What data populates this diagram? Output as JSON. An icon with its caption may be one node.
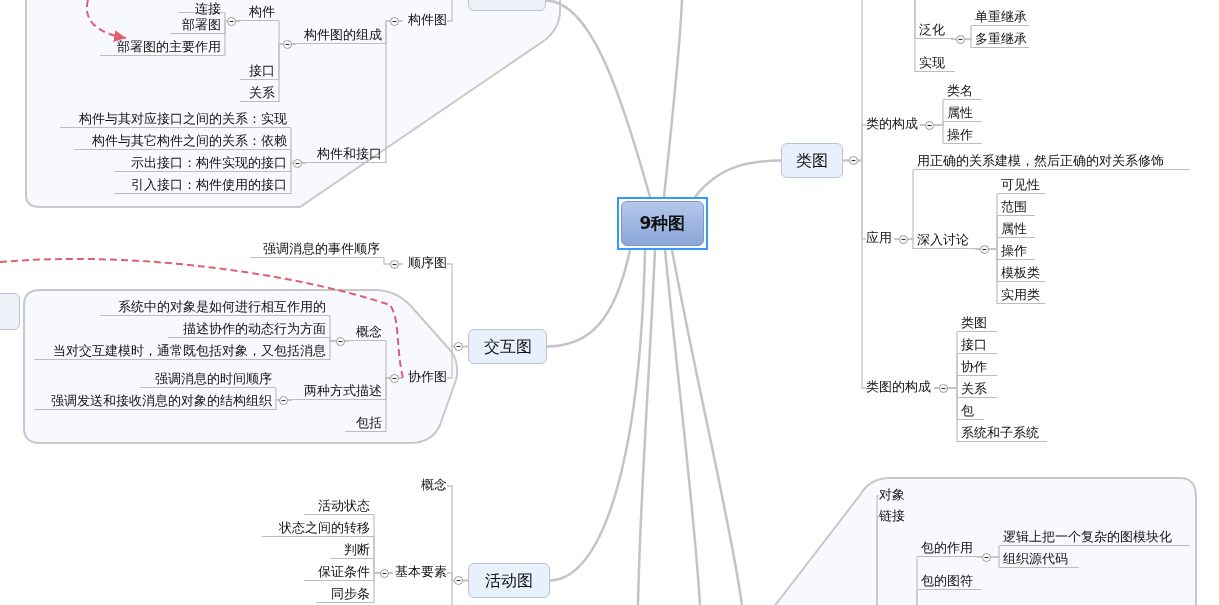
{
  "diagram": {
    "nodes": [
      {
        "text": [
          "9种图"
        ]
      },
      {
        "text": [],
        "shape": "box"
      },
      {
        "text": [
          "构件图"
        ]
      },
      {
        "text": [
          "构件图的组成"
        ]
      },
      {
        "text": [
          "构件和接口"
        ]
      },
      {
        "text": [
          "构件"
        ]
      },
      {
        "text": [
          "接口"
        ]
      },
      {
        "text": [
          "关系"
        ]
      },
      {
        "text": [
          "连接"
        ]
      },
      {
        "text": [
          "部署图"
        ]
      },
      {
        "text": [
          "部署图的主要作用"
        ]
      },
      {
        "text": [
          "构件与其对应接口之间的关系：实现"
        ]
      },
      {
        "text": [
          "构件与其它构件之间的关系：依赖"
        ]
      },
      {
        "text": [
          "示出接口：构件实现的接口"
        ]
      },
      {
        "text": [
          "引入接口：构件使用的接口"
        ]
      },
      {
        "text": [],
        "shape": "box"
      },
      {
        "text": [
          "交互图"
        ]
      },
      {
        "text": [
          "顺序图"
        ]
      },
      {
        "text": [
          "强调消息的事件顺序"
        ]
      },
      {
        "text": [
          "协作图"
        ]
      },
      {
        "text": [
          "概念"
        ]
      },
      {
        "text": [
          "两种方式描述"
        ]
      },
      {
        "text": [
          "包括"
        ]
      },
      {
        "text": [
          "系统中的对象是如何进行相互作用的"
        ]
      },
      {
        "text": [
          "描述协作的动态行为方面"
        ]
      },
      {
        "text": [
          "当对交互建模时，通常既包括对象，又包括消息"
        ]
      },
      {
        "text": [
          "强调消息的时间顺序"
        ]
      },
      {
        "text": [
          "强调发送和接收消息的对象的结构组织"
        ]
      },
      {
        "text": [
          "活动图"
        ]
      },
      {
        "text": [
          "概念"
        ]
      },
      {
        "text": [
          "基本要素"
        ]
      },
      {
        "text": [
          "活动状态"
        ]
      },
      {
        "text": [
          "状态之间的转移"
        ]
      },
      {
        "text": [
          "判断"
        ]
      },
      {
        "text": [
          "保证条件"
        ]
      },
      {
        "text": [
          "同步条"
        ]
      },
      {
        "text": [
          "类图"
        ]
      },
      {
        "text": [
          "泛化"
        ]
      },
      {
        "text": [
          "单重继承"
        ]
      },
      {
        "text": [
          "多重继承"
        ]
      },
      {
        "text": [
          "实现"
        ]
      },
      {
        "text": [
          "类的构成"
        ]
      },
      {
        "text": [
          "类名"
        ]
      },
      {
        "text": [
          "属性"
        ]
      },
      {
        "text": [
          "操作"
        ]
      },
      {
        "text": [
          "应用"
        ]
      },
      {
        "text": [
          "用正确的关系建模，然后正确的对关系修饰"
        ]
      },
      {
        "text": [
          "深入讨论"
        ]
      },
      {
        "text": [
          "可见性"
        ]
      },
      {
        "text": [
          "范围"
        ]
      },
      {
        "text": [
          "属性"
        ]
      },
      {
        "text": [
          "操作"
        ]
      },
      {
        "text": [
          "模板类"
        ]
      },
      {
        "text": [
          "实用类"
        ]
      },
      {
        "text": [
          "类图的构成"
        ]
      },
      {
        "text": [
          "类图"
        ]
      },
      {
        "text": [
          "接口"
        ]
      },
      {
        "text": [
          "协作"
        ]
      },
      {
        "text": [
          "关系"
        ]
      },
      {
        "text": [
          "包"
        ]
      },
      {
        "text": [
          "系统和子系统"
        ]
      },
      {
        "text": [
          "对象"
        ]
      },
      {
        "text": [
          "链接"
        ]
      },
      {
        "text": [
          "包的作用"
        ]
      },
      {
        "text": [
          "逻辑上把一个复杂的图模块化"
        ]
      },
      {
        "text": [
          "组织源代码"
        ]
      },
      {
        "text": [
          "包的图符"
        ]
      }
    ],
    "edges": [
      {
        "from": 0,
        "to": 16,
        "arrow": "none"
      },
      {
        "from": 0,
        "to": 28,
        "arrow": "none"
      },
      {
        "from": 0,
        "to": 36,
        "arrow": "none"
      },
      {
        "from": 0,
        "to": 1,
        "arrow": "none"
      },
      {
        "from": 0,
        "to": null,
        "arrow": "none"
      },
      {
        "from": 0,
        "to": null,
        "arrow": "none"
      },
      {
        "from": 0,
        "to": null,
        "arrow": "none"
      },
      {
        "from": 0,
        "to": null,
        "arrow": "none"
      },
      {
        "from": 2,
        "to": null,
        "arrow": "none"
      },
      {
        "from": 2,
        "to": 3,
        "arrow": "none"
      },
      {
        "from": 2,
        "to": 4,
        "arrow": "none"
      },
      {
        "from": 3,
        "to": 5,
        "arrow": "none"
      },
      {
        "from": 3,
        "to": 6,
        "arrow": "none"
      },
      {
        "from": 3,
        "to": 7,
        "arrow": "none"
      },
      {
        "from": 5,
        "to": 8,
        "arrow": "none"
      },
      {
        "from": 5,
        "to": 9,
        "arrow": "none"
      },
      {
        "from": 5,
        "to": 10,
        "arrow": "none"
      },
      {
        "from": 4,
        "to": 11,
        "arrow": "none"
      },
      {
        "from": 4,
        "to": 12,
        "arrow": "none"
      },
      {
        "from": 4,
        "to": 13,
        "arrow": "none"
      },
      {
        "from": 4,
        "to": 14,
        "arrow": "none"
      },
      {
        "from": 16,
        "to": 17,
        "arrow": "none"
      },
      {
        "from": 16,
        "to": 19,
        "arrow": "none"
      },
      {
        "from": 17,
        "to": 18,
        "arrow": "none"
      },
      {
        "from": 19,
        "to": 20,
        "arrow": "none"
      },
      {
        "from": 19,
        "to": 21,
        "arrow": "none"
      },
      {
        "from": 19,
        "to": 22,
        "arrow": "none"
      },
      {
        "from": 20,
        "to": 23,
        "arrow": "none"
      },
      {
        "from": 20,
        "to": 24,
        "arrow": "none"
      },
      {
        "from": 20,
        "to": 25,
        "arrow": "none"
      },
      {
        "from": 21,
        "to": 26,
        "arrow": "none"
      },
      {
        "from": 21,
        "to": 27,
        "arrow": "none"
      },
      {
        "from": 28,
        "to": 29,
        "arrow": "none"
      },
      {
        "from": 28,
        "to": 30,
        "arrow": "none"
      },
      {
        "from": 28,
        "to": null,
        "arrow": "none"
      },
      {
        "from": 30,
        "to": 31,
        "arrow": "none"
      },
      {
        "from": 30,
        "to": 32,
        "arrow": "none"
      },
      {
        "from": 30,
        "to": 33,
        "arrow": "none"
      },
      {
        "from": 30,
        "to": 34,
        "arrow": "none"
      },
      {
        "from": 30,
        "to": 35,
        "arrow": "none"
      },
      {
        "from": 36,
        "to": null,
        "arrow": "none"
      },
      {
        "from": 36,
        "to": 41,
        "arrow": "none"
      },
      {
        "from": 36,
        "to": 45,
        "arrow": "none"
      },
      {
        "from": 36,
        "to": 54,
        "arrow": "none"
      },
      {
        "from": null,
        "to": 37,
        "arrow": "none"
      },
      {
        "from": null,
        "to": 40,
        "arrow": "none"
      },
      {
        "from": 37,
        "to": 38,
        "arrow": "none"
      },
      {
        "from": 37,
        "to": 39,
        "arrow": "none"
      },
      {
        "from": 41,
        "to": 42,
        "arrow": "none"
      },
      {
        "from": 41,
        "to": 43,
        "arrow": "none"
      },
      {
        "from": 41,
        "to": 44,
        "arrow": "none"
      },
      {
        "from": 45,
        "to": 46,
        "arrow": "none"
      },
      {
        "from": 45,
        "to": 47,
        "arrow": "none"
      },
      {
        "from": 47,
        "to": 48,
        "arrow": "none"
      },
      {
        "from": 47,
        "to": 49,
        "arrow": "none"
      },
      {
        "from": 47,
        "to": 50,
        "arrow": "none"
      },
      {
        "from": 47,
        "to": 51,
        "arrow": "none"
      },
      {
        "from": 47,
        "to": 52,
        "arrow": "none"
      },
      {
        "from": 47,
        "to": 53,
        "arrow": "none"
      },
      {
        "from": 54,
        "to": 55,
        "arrow": "none"
      },
      {
        "from": 54,
        "to": 56,
        "arrow": "none"
      },
      {
        "from": 54,
        "to": 57,
        "arrow": "none"
      },
      {
        "from": 54,
        "to": 58,
        "arrow": "none"
      },
      {
        "from": 54,
        "to": 59,
        "arrow": "none"
      },
      {
        "from": 54,
        "to": 60,
        "arrow": "none"
      },
      {
        "from": null,
        "to": 61,
        "arrow": "none"
      },
      {
        "from": null,
        "to": 62,
        "arrow": "none"
      },
      {
        "from": null,
        "to": 63,
        "arrow": "none"
      },
      {
        "from": null,
        "to": 66,
        "arrow": "none"
      },
      {
        "from": 63,
        "to": 64,
        "arrow": "none"
      },
      {
        "from": 63,
        "to": 65,
        "arrow": "none"
      },
      {
        "from": null,
        "to": 10,
        "arrow": "to",
        "style": "dashed",
        "color": "#e06070"
      },
      {
        "from": null,
        "to": 19,
        "arrow": "none",
        "style": "dashed",
        "color": "#e06070"
      }
    ]
  }
}
